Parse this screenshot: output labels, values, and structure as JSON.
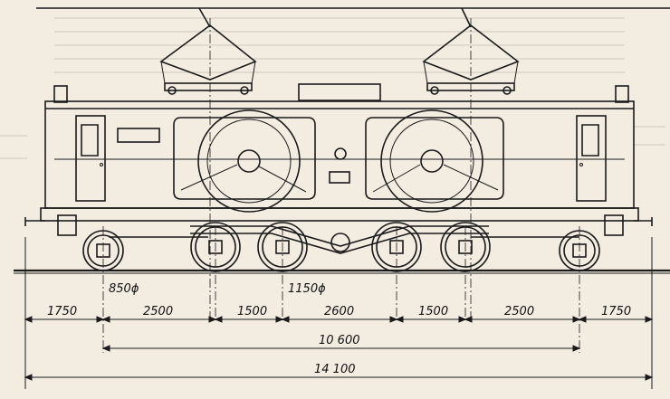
{
  "wheel_diameters": {
    "small": "850ϕ",
    "large": "1150ϕ"
  },
  "dimensions": {
    "row1": [
      "1750",
      "2500",
      "1500",
      "2600",
      "1500",
      "2500",
      "1750"
    ],
    "row2": "10 600",
    "row3": "14 100"
  }
}
